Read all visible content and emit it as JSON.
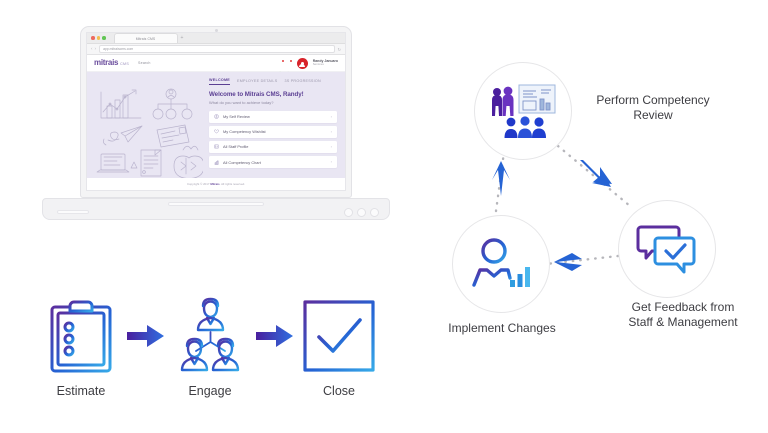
{
  "browser": {
    "tab_title": "Mitrais CMS",
    "new_tab_label": "+",
    "url": "app.mitraiscms.com",
    "back_icon": "back-arrow-icon",
    "forward_icon": "forward-arrow-icon",
    "refresh_icon": "refresh-icon"
  },
  "app": {
    "brand_name": "mitrais",
    "brand_sub": "CMS",
    "nav_link": "Search",
    "user": {
      "name": "Randy Januaro",
      "role": "Services"
    },
    "notifications_icon": "bell-icon",
    "mail_icon": "mail-icon",
    "tabs": [
      {
        "label": "WELCOME",
        "active": true
      },
      {
        "label": "EMPLOYEE DETAILS",
        "active": false
      },
      {
        "label": "3S PROGRESSION",
        "active": false
      }
    ],
    "welcome_title": "Welcome to Mitrais CMS, Randy!",
    "welcome_sub": "What do you want to achieve today?",
    "menu_items": [
      {
        "label": "My Self Review",
        "icon": "user-circle-icon",
        "chevron": "›"
      },
      {
        "label": "My Competency Wishlist",
        "icon": "heart-icon",
        "chevron": "›"
      },
      {
        "label": "All Staff Profile",
        "icon": "id-card-icon",
        "chevron": "›"
      },
      {
        "label": "All Competency Chart",
        "icon": "bar-chart-icon",
        "chevron": "›"
      }
    ],
    "copyright_prefix": "Copyright © 2017 ",
    "copyright_brand": "Mitrais",
    "copyright_suffix": ". All rights reserved."
  },
  "flow": {
    "steps": [
      {
        "label": "Estimate",
        "icon": "clipboard-checklist-icon"
      },
      {
        "label": "Engage",
        "icon": "team-people-icon"
      },
      {
        "label": "Close",
        "icon": "checkmark-box-icon"
      }
    ],
    "arrow_icon": "arrow-right-icon"
  },
  "cycle": {
    "nodes": [
      {
        "id": "review",
        "label": "Perform Competency\nReview",
        "line1": "Perform Competency",
        "line2": "Review",
        "icon": "presentation-audience-icon"
      },
      {
        "id": "feedback",
        "label": "Get Feedback from\nStaff & Management",
        "line1": "Get Feedback from",
        "line2": "Staff & Management",
        "icon": "chat-bubbles-check-icon"
      },
      {
        "id": "implement",
        "label": "Implement Changes",
        "line1": "Implement Changes",
        "line2": "",
        "icon": "person-growth-chart-icon"
      }
    ],
    "arrow_icon": "arrow-icon",
    "connector_style": "dotted"
  },
  "colors": {
    "brand_purple": "#6c4f9e",
    "heading_purple": "#5b3f93",
    "app_bg": "#e9e6f3",
    "gradient_start": "#5b2e9e",
    "gradient_end": "#2f9de0",
    "arrow_blue": "#2563d4",
    "text_dark": "#3d3d42",
    "avatar_red": "#d8232a"
  }
}
